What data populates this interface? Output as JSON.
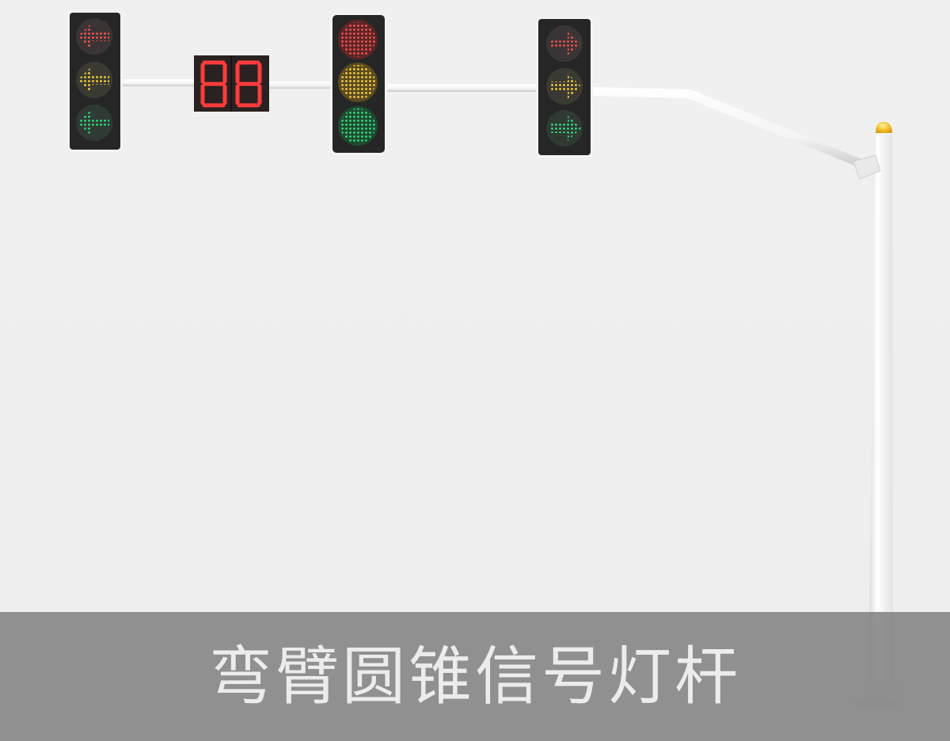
{
  "caption": {
    "text": "弯臂圆锥信号灯杆",
    "text_color": "#ececec",
    "band_color": "#8c8c8c"
  },
  "scene": {
    "background": "#efefef",
    "pole": {
      "color": "#f7f7f7",
      "cap_color": "#f2c12e",
      "type": "bent-arm conical pole"
    },
    "signals": [
      {
        "id": "left-arrow-signal",
        "aspects": [
          "red-left-arrow",
          "yellow-left-arrow",
          "green-left-arrow"
        ]
      },
      {
        "id": "countdown-display",
        "digits": "88",
        "color": "#ff3a3a"
      },
      {
        "id": "round-signal",
        "aspects": [
          "red-ball",
          "yellow-ball",
          "green-ball"
        ]
      },
      {
        "id": "right-arrow-signal",
        "aspects": [
          "red-right-arrow",
          "yellow-right-arrow",
          "green-right-arrow"
        ]
      }
    ],
    "colors": {
      "red": "#e8383a",
      "yellow": "#e8b11f",
      "green": "#1fc46a",
      "housing": "#2a2a2a"
    }
  }
}
